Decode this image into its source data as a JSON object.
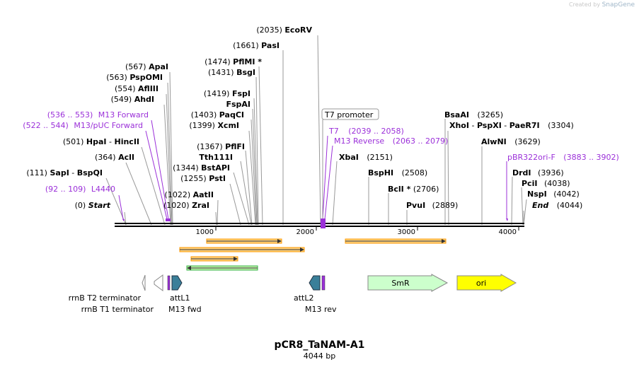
{
  "watermark": {
    "created_by": "Created by",
    "brand": "SnapGene"
  },
  "map": {
    "name": "pCR8_TaNAM-A1",
    "length_label": "4044 bp",
    "length_bp": 4044,
    "tick_labels": [
      "1000",
      "2000",
      "3000",
      "4000"
    ],
    "colors": {
      "backbone": "#000000",
      "site_line": "#999999",
      "primer": "#9b30d9",
      "orf_orange": "#ff9900",
      "orf_green": "#39b54a",
      "att": "#3a7f99",
      "smr_fill": "#ccffcc",
      "ori_fill": "#ffff00"
    }
  },
  "sites": [
    {
      "pos": "(0)",
      "bp": 0,
      "names": [
        "Start"
      ],
      "italic": true
    },
    {
      "pos": "(1020)",
      "bp": 1020,
      "names": [
        "ZraI"
      ]
    },
    {
      "pos": "(1022)",
      "bp": 1022,
      "names": [
        "AatII"
      ]
    },
    {
      "pos": "(1255)",
      "bp": 1255,
      "names": [
        "PstI"
      ]
    },
    {
      "pos": "(1344)",
      "bp": 1344,
      "names": [
        "BstAPI"
      ]
    },
    {
      "pos": "",
      "bp": 1360,
      "names": [
        "Tth111I"
      ]
    },
    {
      "pos": "(1367)",
      "bp": 1367,
      "names": [
        "PflFI"
      ]
    },
    {
      "pos": "(1399)",
      "bp": 1399,
      "names": [
        "XcmI"
      ]
    },
    {
      "pos": "(1403)",
      "bp": 1403,
      "names": [
        "PaqCI"
      ]
    },
    {
      "pos": "",
      "bp": 1416,
      "names": [
        "FspAI"
      ]
    },
    {
      "pos": "(1419)",
      "bp": 1419,
      "names": [
        "FspI"
      ]
    },
    {
      "pos": "(1431)",
      "bp": 1431,
      "names": [
        "BsgI"
      ]
    },
    {
      "pos": "(1474)",
      "bp": 1474,
      "names": [
        "PflMI *"
      ]
    },
    {
      "pos": "(1661)",
      "bp": 1661,
      "names": [
        "PasI"
      ]
    },
    {
      "pos": "(2035)",
      "bp": 2035,
      "names": [
        "EcoRV"
      ]
    },
    {
      "pos": "(111)",
      "bp": 111,
      "names": [
        "SapI",
        "BspQI"
      ]
    },
    {
      "pos": "(364)",
      "bp": 364,
      "names": [
        "AclI"
      ]
    },
    {
      "pos": "(501)",
      "bp": 501,
      "names": [
        "HpaI",
        "HincII"
      ]
    },
    {
      "pos": "(549)",
      "bp": 549,
      "names": [
        "AhdI"
      ]
    },
    {
      "pos": "(554)",
      "bp": 554,
      "names": [
        "AflIII"
      ]
    },
    {
      "pos": "(563)",
      "bp": 563,
      "names": [
        "PspOMI"
      ]
    },
    {
      "pos": "(567)",
      "bp": 567,
      "names": [
        "ApaI"
      ]
    },
    {
      "pos": "(2151)",
      "bp": 2151,
      "names": [
        "XbaI"
      ]
    },
    {
      "pos": "(2508)",
      "bp": 2508,
      "names": [
        "BspHI"
      ]
    },
    {
      "pos": "(2706)",
      "bp": 2706,
      "names": [
        "BclI *"
      ]
    },
    {
      "pos": "(2889)",
      "bp": 2889,
      "names": [
        "PvuI"
      ]
    },
    {
      "pos": "(3265)",
      "bp": 3265,
      "names": [
        "BsaAI"
      ]
    },
    {
      "pos": "(3304)",
      "bp": 3304,
      "names": [
        "XhoI",
        "PspXI",
        "PaeR7I"
      ]
    },
    {
      "pos": "(3629)",
      "bp": 3629,
      "names": [
        "AlwNI"
      ]
    },
    {
      "pos": "(3936)",
      "bp": 3936,
      "names": [
        "DrdI"
      ]
    },
    {
      "pos": "(4038)",
      "bp": 4038,
      "names": [
        "PciI"
      ]
    },
    {
      "pos": "(4042)",
      "bp": 4042,
      "names": [
        "NspI"
      ]
    },
    {
      "pos": "(4044)",
      "bp": 4044,
      "names": [
        "End"
      ],
      "italic": true
    }
  ],
  "primers": [
    {
      "name": "L4440",
      "range": "(92 .. 109)",
      "bp": 100
    },
    {
      "name": "M13/pUC Forward",
      "range": "(522 .. 544)",
      "bp": 533
    },
    {
      "name": "M13 Forward",
      "range": "(536 .. 553)",
      "bp": 544
    },
    {
      "name": "T7",
      "range": "(2039 .. 2058)",
      "bp": 2048
    },
    {
      "name": "M13 Reverse",
      "range": "(2063 .. 2079)",
      "bp": 2071
    },
    {
      "name": "pBR322ori-F",
      "range": "(3883 .. 3902)",
      "bp": 3892
    }
  ],
  "promoter_label": "T7 promoter",
  "features": [
    {
      "name": "rrnB T2 terminator",
      "kind": "terminator"
    },
    {
      "name": "rrnB T1 terminator",
      "kind": "terminator"
    },
    {
      "name": "attL1",
      "kind": "att"
    },
    {
      "name": "M13 fwd",
      "kind": "primer-bind"
    },
    {
      "name": "attL2",
      "kind": "att"
    },
    {
      "name": "M13 rev",
      "kind": "primer-bind"
    },
    {
      "name": "SmR",
      "kind": "cds"
    },
    {
      "name": "ori",
      "kind": "origin"
    }
  ]
}
